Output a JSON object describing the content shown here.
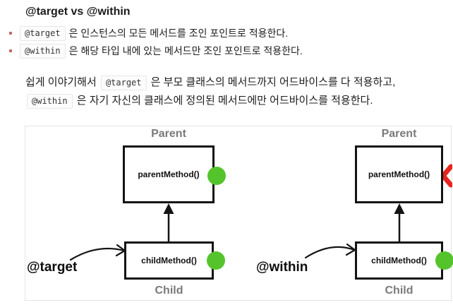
{
  "heading": "@target vs @within",
  "bullets": [
    {
      "code": "@target",
      "text": "은 인스턴스의 모든 메서드를 조인 포인트로 적용한다."
    },
    {
      "code": "@within",
      "text": "은 해당 타입 내에 있는 메서드만 조인 포인트로 적용한다."
    }
  ],
  "paragraph": {
    "t1": "쉽게 이야기해서 ",
    "c1": "@target",
    "t2": " 은 부모 클래스의 메서드까지 어드바이스를 다 적용하고, ",
    "c2": "@within",
    "t3": " 은 자기 자신의 클래스에 정의된 메서드에만 어드바이스를 적용한다."
  },
  "diagram": {
    "panels": [
      {
        "annotation": "@target",
        "parent_title": "Parent",
        "parent_method": "parentMethod()",
        "parent_marker": "applied-green-circle",
        "child_title": "Child",
        "child_method": "childMethod()",
        "child_marker": "applied-green-circle"
      },
      {
        "annotation": "@within",
        "parent_title": "Parent",
        "parent_method": "parentMethod()",
        "parent_marker": "excluded-red-x",
        "child_title": "Child",
        "child_method": "childMethod()",
        "child_marker": "applied-green-circle"
      }
    ]
  },
  "colors": {
    "applied_green": "#55c42c",
    "excluded_red": "#e6251d",
    "bullet_red": "#c96262",
    "label_gray": "#7a7a7a",
    "box_border": "#141414",
    "container_border": "#e4e4e4",
    "code_bg": "#fcfcfc",
    "code_border": "#e7e7e7",
    "text": "#1c1c1c"
  }
}
